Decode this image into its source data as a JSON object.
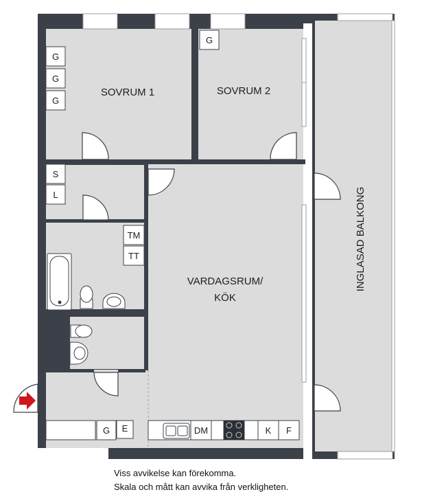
{
  "rooms": {
    "sovrum1": "SOVRUM 1",
    "sovrum2": "SOVRUM 2",
    "vardagsrum_line1": "VARDAGSRUM/",
    "vardagsrum_line2": "KÖK",
    "balkong": "INGLASAD BALKONG"
  },
  "fixtures": {
    "g": "G",
    "s": "S",
    "l": "L",
    "tm": "TM",
    "tt": "TT",
    "e": "E",
    "dm": "DM",
    "k": "K",
    "f": "F"
  },
  "notes": {
    "line1": "Viss avvikelse kan förekomma.",
    "line2": "Skala och mått kan avvika från verkligheten."
  },
  "colors": {
    "wall": "#3b4049",
    "floor": "#dcdcdc",
    "fixture": "#ffffff",
    "entrance_arrow": "#d0161b"
  },
  "icons": {
    "entrance": "entrance-arrow-icon"
  }
}
